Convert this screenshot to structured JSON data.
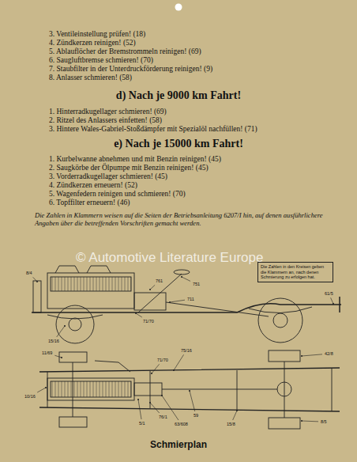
{
  "diagram": {
    "caption": "Schmierplan",
    "nodes": [
      {
        "text": [
          "Die Zahlen in den Kreisen geben die Klammern an, nach denen Schmierung zu erfolgen hat."
        ]
      }
    ],
    "labels": [
      "3. Ventileinstellung prüfen! (18)",
      "4. Zündkerzen reinigen! (52)",
      "5. Ablauflöcher der Bremstrommeln reinigen! (69)",
      "6. Saugluftbremse schmieren! (70)",
      "7. Staubfilter in der Unterdruckförderung reinigen! (9)",
      "8. Anlasser schmieren! (58)",
      "d) Nach je 9000 km Fahrt!",
      "1. Hinterradkugellager schmieren! (69)",
      "2. Ritzel des Anlassers einfetten! (58)",
      "3. Hintere Wales-Gabriel-Stoßdämpfer mit Spezialöl nachfüllen! (71)",
      "e) Nach je 15000 km Fahrt!",
      "1. Kurbelwanne abnehmen und mit Benzin reinigen! (45)",
      "2. Saugkörbe der Ölpumpe mit Benzin reinigen! (45)",
      "3. Vorderradkugellager schmieren! (45)",
      "4. Zündkerzen erneuern! (52)",
      "5. Wagenfedern reinigen und schmieren! (70)",
      "6. Topffilter erneuern! (46)",
      "Die Zahlen in Klammern weisen auf die Seiten der Betriebsanleitung 6207/I hin, auf denen ausführlichere Angaben über die betreffenden Vorschriften gemacht werden.",
      "© Automotive Literature Europe",
      "751",
      "761",
      "711",
      "71/70",
      "15/16",
      "8/4",
      "61/5",
      "75/16",
      "71/70",
      "11/69",
      "10/16",
      "76/1",
      "5/1",
      "63/608",
      "59",
      "42/8",
      "8/5",
      "15/8"
    ]
  }
}
